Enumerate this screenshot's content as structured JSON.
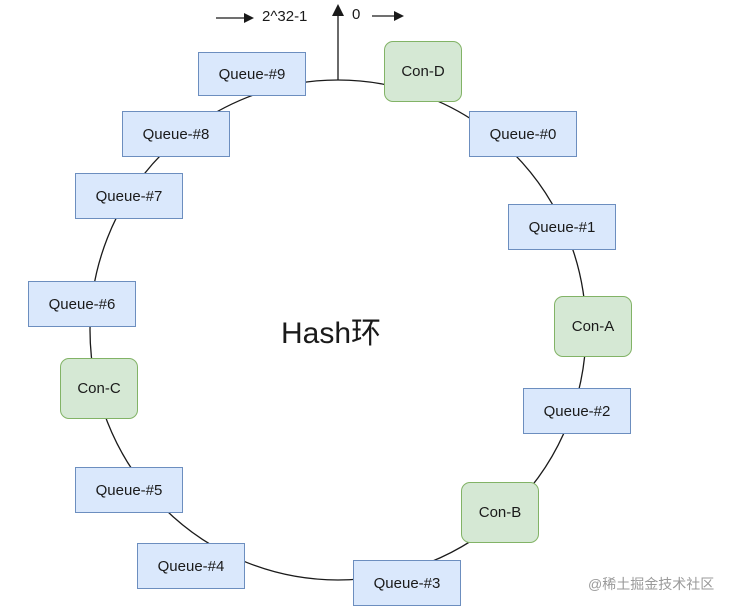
{
  "ring": {
    "label": "Hash环"
  },
  "boundary": {
    "end_label": "2^32-1",
    "start_label": "0"
  },
  "nodes": [
    {
      "kind": "queue",
      "label": "Queue-#9"
    },
    {
      "kind": "con",
      "label": "Con-D"
    },
    {
      "kind": "queue",
      "label": "Queue-#0"
    },
    {
      "kind": "queue",
      "label": "Queue-#1"
    },
    {
      "kind": "con",
      "label": "Con-A"
    },
    {
      "kind": "queue",
      "label": "Queue-#2"
    },
    {
      "kind": "con",
      "label": "Con-B"
    },
    {
      "kind": "queue",
      "label": "Queue-#3"
    },
    {
      "kind": "queue",
      "label": "Queue-#4"
    },
    {
      "kind": "queue",
      "label": "Queue-#5"
    },
    {
      "kind": "con",
      "label": "Con-C"
    },
    {
      "kind": "queue",
      "label": "Queue-#6"
    },
    {
      "kind": "queue",
      "label": "Queue-#7"
    },
    {
      "kind": "queue",
      "label": "Queue-#8"
    }
  ],
  "watermark": "@稀土掘金技术社区",
  "colors": {
    "queue_fill": "#dae8fc",
    "queue_stroke": "#6c8ebf",
    "con_fill": "#d5e8d4",
    "con_stroke": "#82b366",
    "line": "#1a1a1a"
  }
}
